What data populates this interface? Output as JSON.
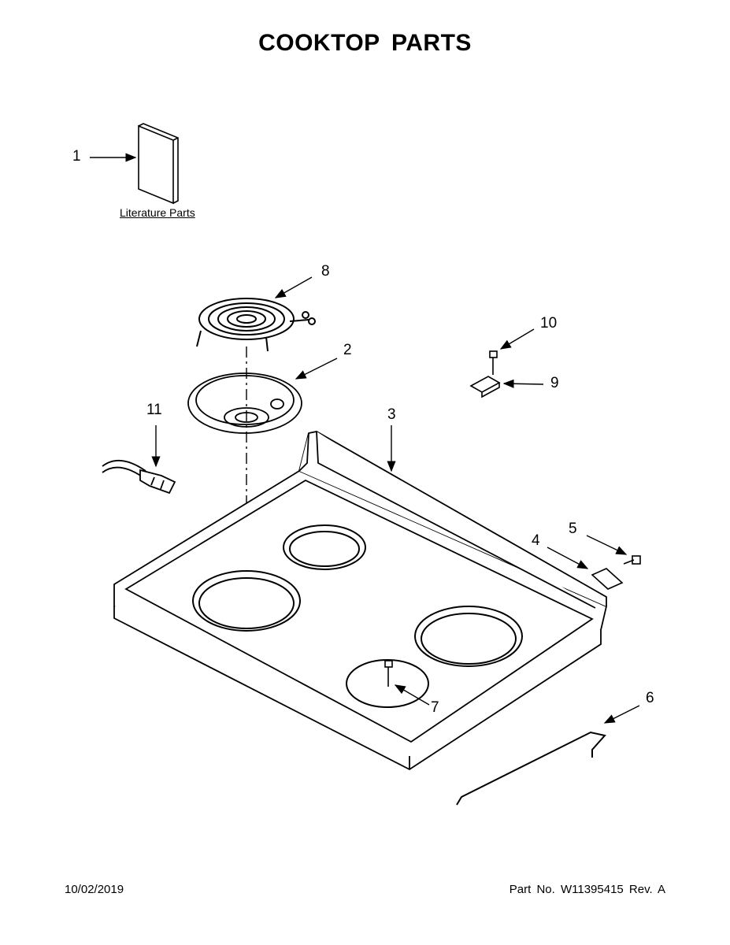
{
  "title": "COOKTOP PARTS",
  "literature_label": "Literature Parts",
  "callouts": [
    "1",
    "2",
    "3",
    "4",
    "5",
    "6",
    "7",
    "8",
    "9",
    "10",
    "11"
  ],
  "footer": {
    "date": "10/02/2019",
    "part_number": "Part No.  W11395415  Rev.  A"
  }
}
